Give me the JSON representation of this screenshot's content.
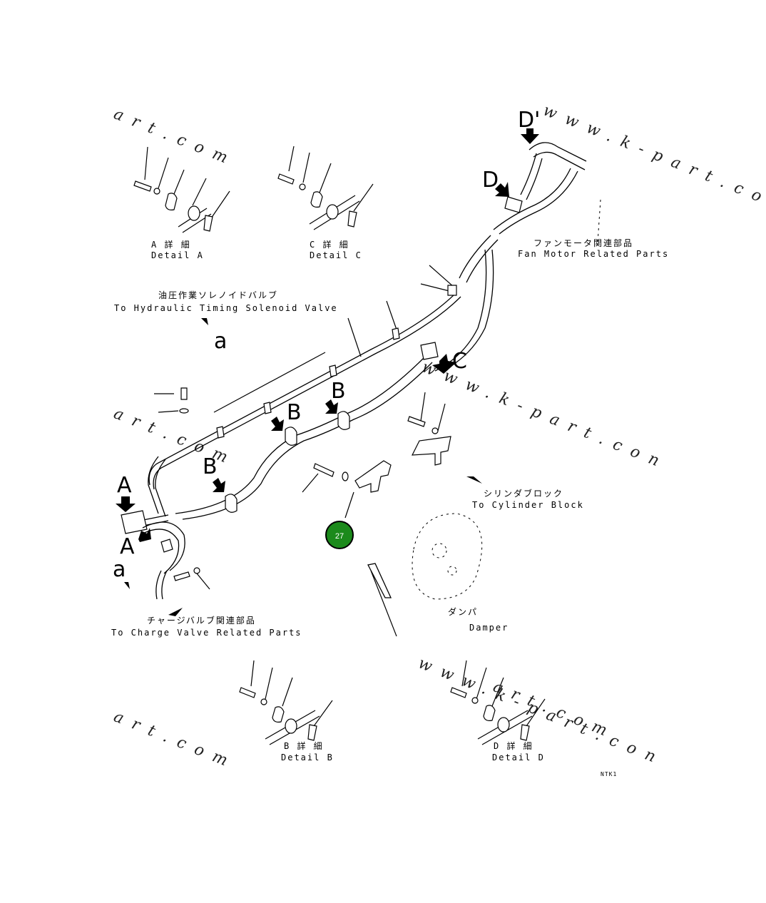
{
  "callouts": {
    "detail_a": {
      "jp": "A 詳 細",
      "en": "Detail A"
    },
    "detail_c": {
      "jp": "C 詳 細",
      "en": "Detail C"
    },
    "detail_b": {
      "jp": "B 詳 細",
      "en": "Detail B"
    },
    "detail_d": {
      "jp": "D 詳 細",
      "en": "Detail D"
    },
    "hydraulic_valve": {
      "jp": "油圧作業ソレノイドバルブ",
      "en": "To Hydraulic Timing Solenoid Valve"
    },
    "fan_motor": {
      "jp": "ファンモータ関連部品",
      "en": "Fan Motor Related Parts"
    },
    "cylinder_block": {
      "jp": "シリンダブロック",
      "en": "To Cylinder Block"
    },
    "charge_valve": {
      "jp": "チャージバルブ関連部品",
      "en": "To Charge Valve Related Parts"
    },
    "damper": {
      "jp": "ダンパ",
      "en": "Damper"
    }
  },
  "letters": {
    "a": "A",
    "b": "B",
    "c": "C",
    "d": "D",
    "d_prime": "D'",
    "small_a": "a"
  },
  "marker": {
    "number": "27",
    "color": "#1b8a1b"
  },
  "watermarks": [
    "art.com",
    "art.com",
    "art.com",
    "www.k-part.con",
    "www.k-part.con",
    "www.k-part.con",
    "art.com"
  ],
  "drawing_number": "NTK1"
}
